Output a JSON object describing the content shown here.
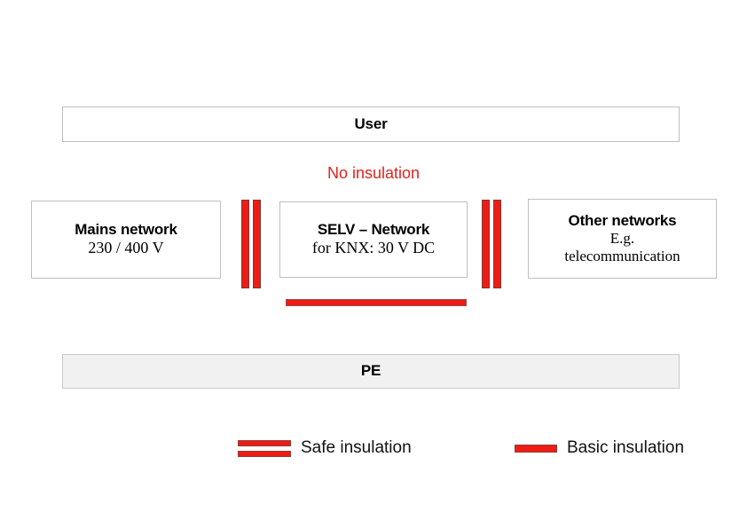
{
  "diagram": {
    "colors": {
      "insulation_red": "#ee1c15",
      "no_insulation_text": "#e0231c",
      "box_border": "#bfbfbf",
      "pe_fill": "#f1f1f1"
    },
    "user_band": {
      "label": "User"
    },
    "no_insulation": {
      "label": "No insulation"
    },
    "networks": [
      {
        "name": "mains-network",
        "title": "Mains network",
        "subtitle": "230 / 400 V"
      },
      {
        "name": "selv-network",
        "title": "SELV – Network",
        "subtitle": "for KNX: 30 V DC"
      },
      {
        "name": "other-networks",
        "title": "Other networks",
        "subtitle_line1": "E.g.",
        "subtitle_line2": "telecommunication"
      }
    ],
    "separators": [
      {
        "name": "safe-insulation-left",
        "type": "double-bar"
      },
      {
        "name": "safe-insulation-right",
        "type": "double-bar"
      }
    ],
    "basic_insulation_bar": {
      "name": "basic-insulation-selv-pe",
      "type": "single-bar"
    },
    "pe_band": {
      "label": "PE"
    },
    "legend": {
      "items": [
        {
          "name": "safe-insulation",
          "label": "Safe insulation",
          "swatch": "double-bar"
        },
        {
          "name": "basic-insulation",
          "label": "Basic insulation",
          "swatch": "single-bar"
        }
      ]
    }
  }
}
